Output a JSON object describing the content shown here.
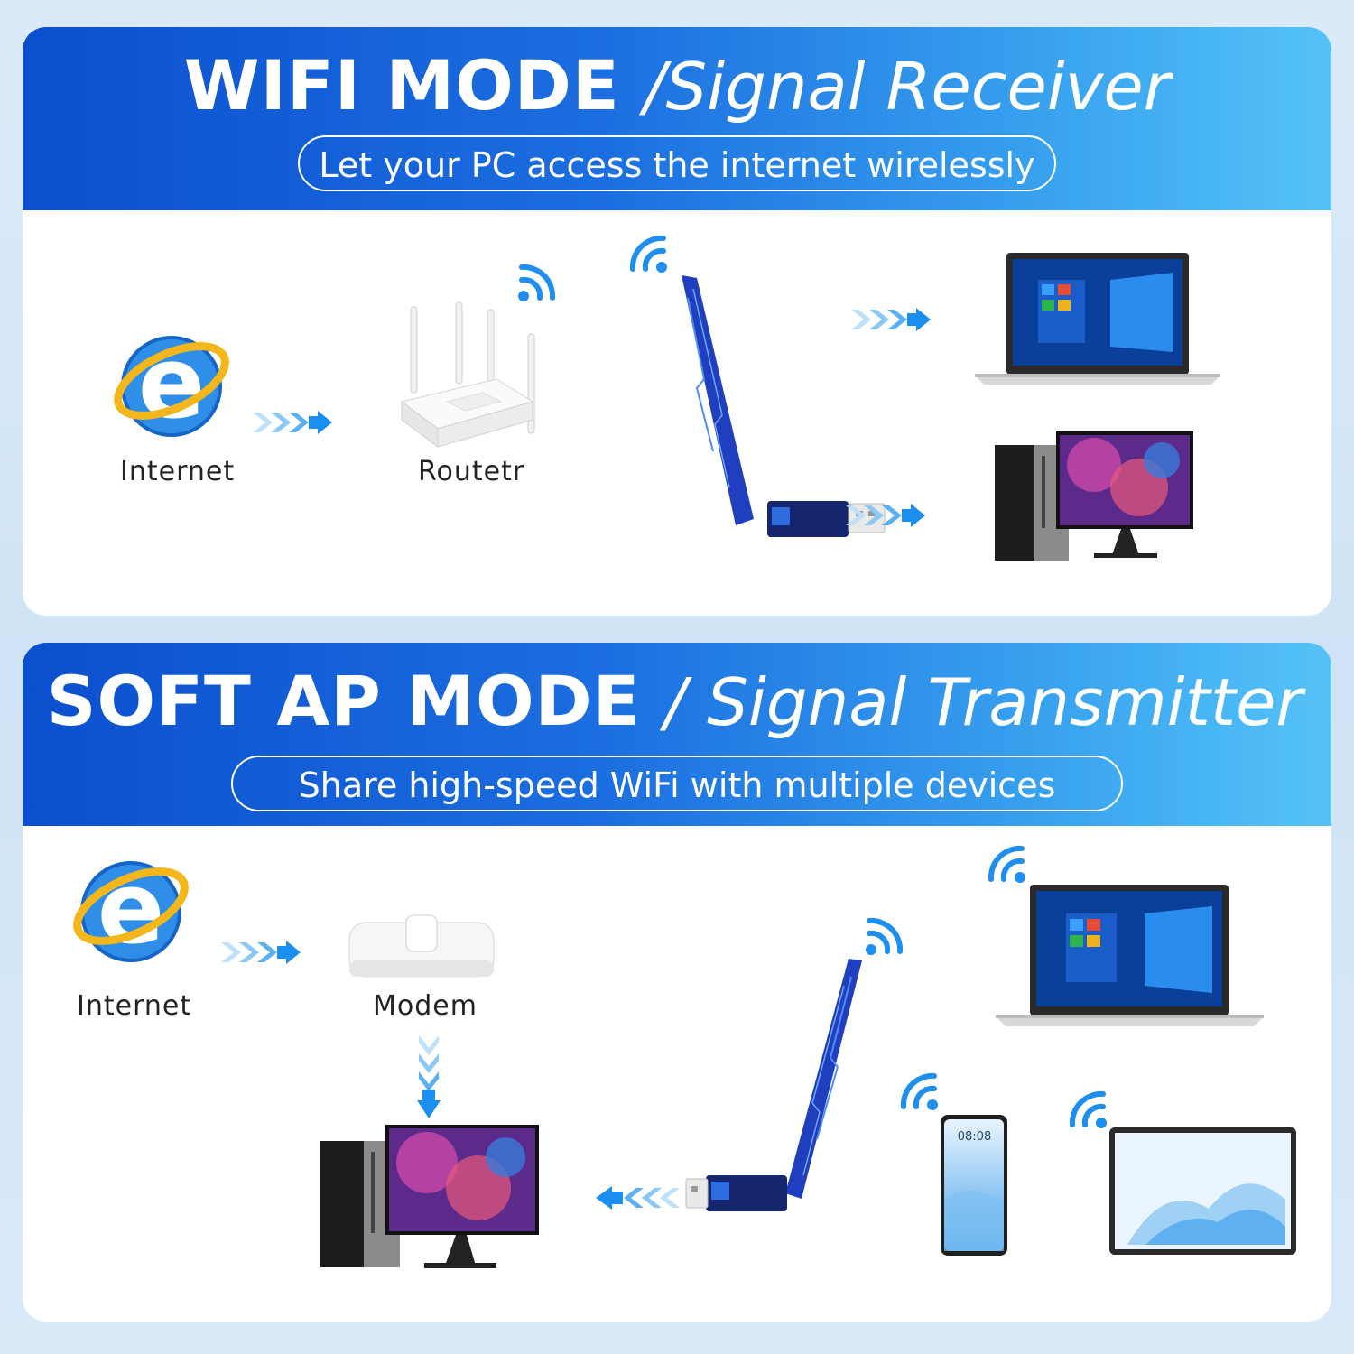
{
  "wifi_mode": {
    "title_bold": "WIFI MODE",
    "title_light": "/Signal Receiver",
    "subtitle": "Let your PC access the internet wirelessly",
    "nodes": {
      "internet": "Internet",
      "router": "Routetr"
    }
  },
  "ap_mode": {
    "title_bold": "SOFT AP MODE",
    "title_light": "/ Signal Transmitter",
    "subtitle": "Share high-speed WiFi with multiple devices",
    "nodes": {
      "internet": "Internet",
      "modem": "Modem"
    },
    "phone_time": "08:08"
  },
  "colors": {
    "banner_start": "#0b4fcf",
    "banner_end": "#55c3f8",
    "arrow": "#1a8fef",
    "antenna": "#1f3fbf",
    "wifi": "#1e8fee"
  }
}
